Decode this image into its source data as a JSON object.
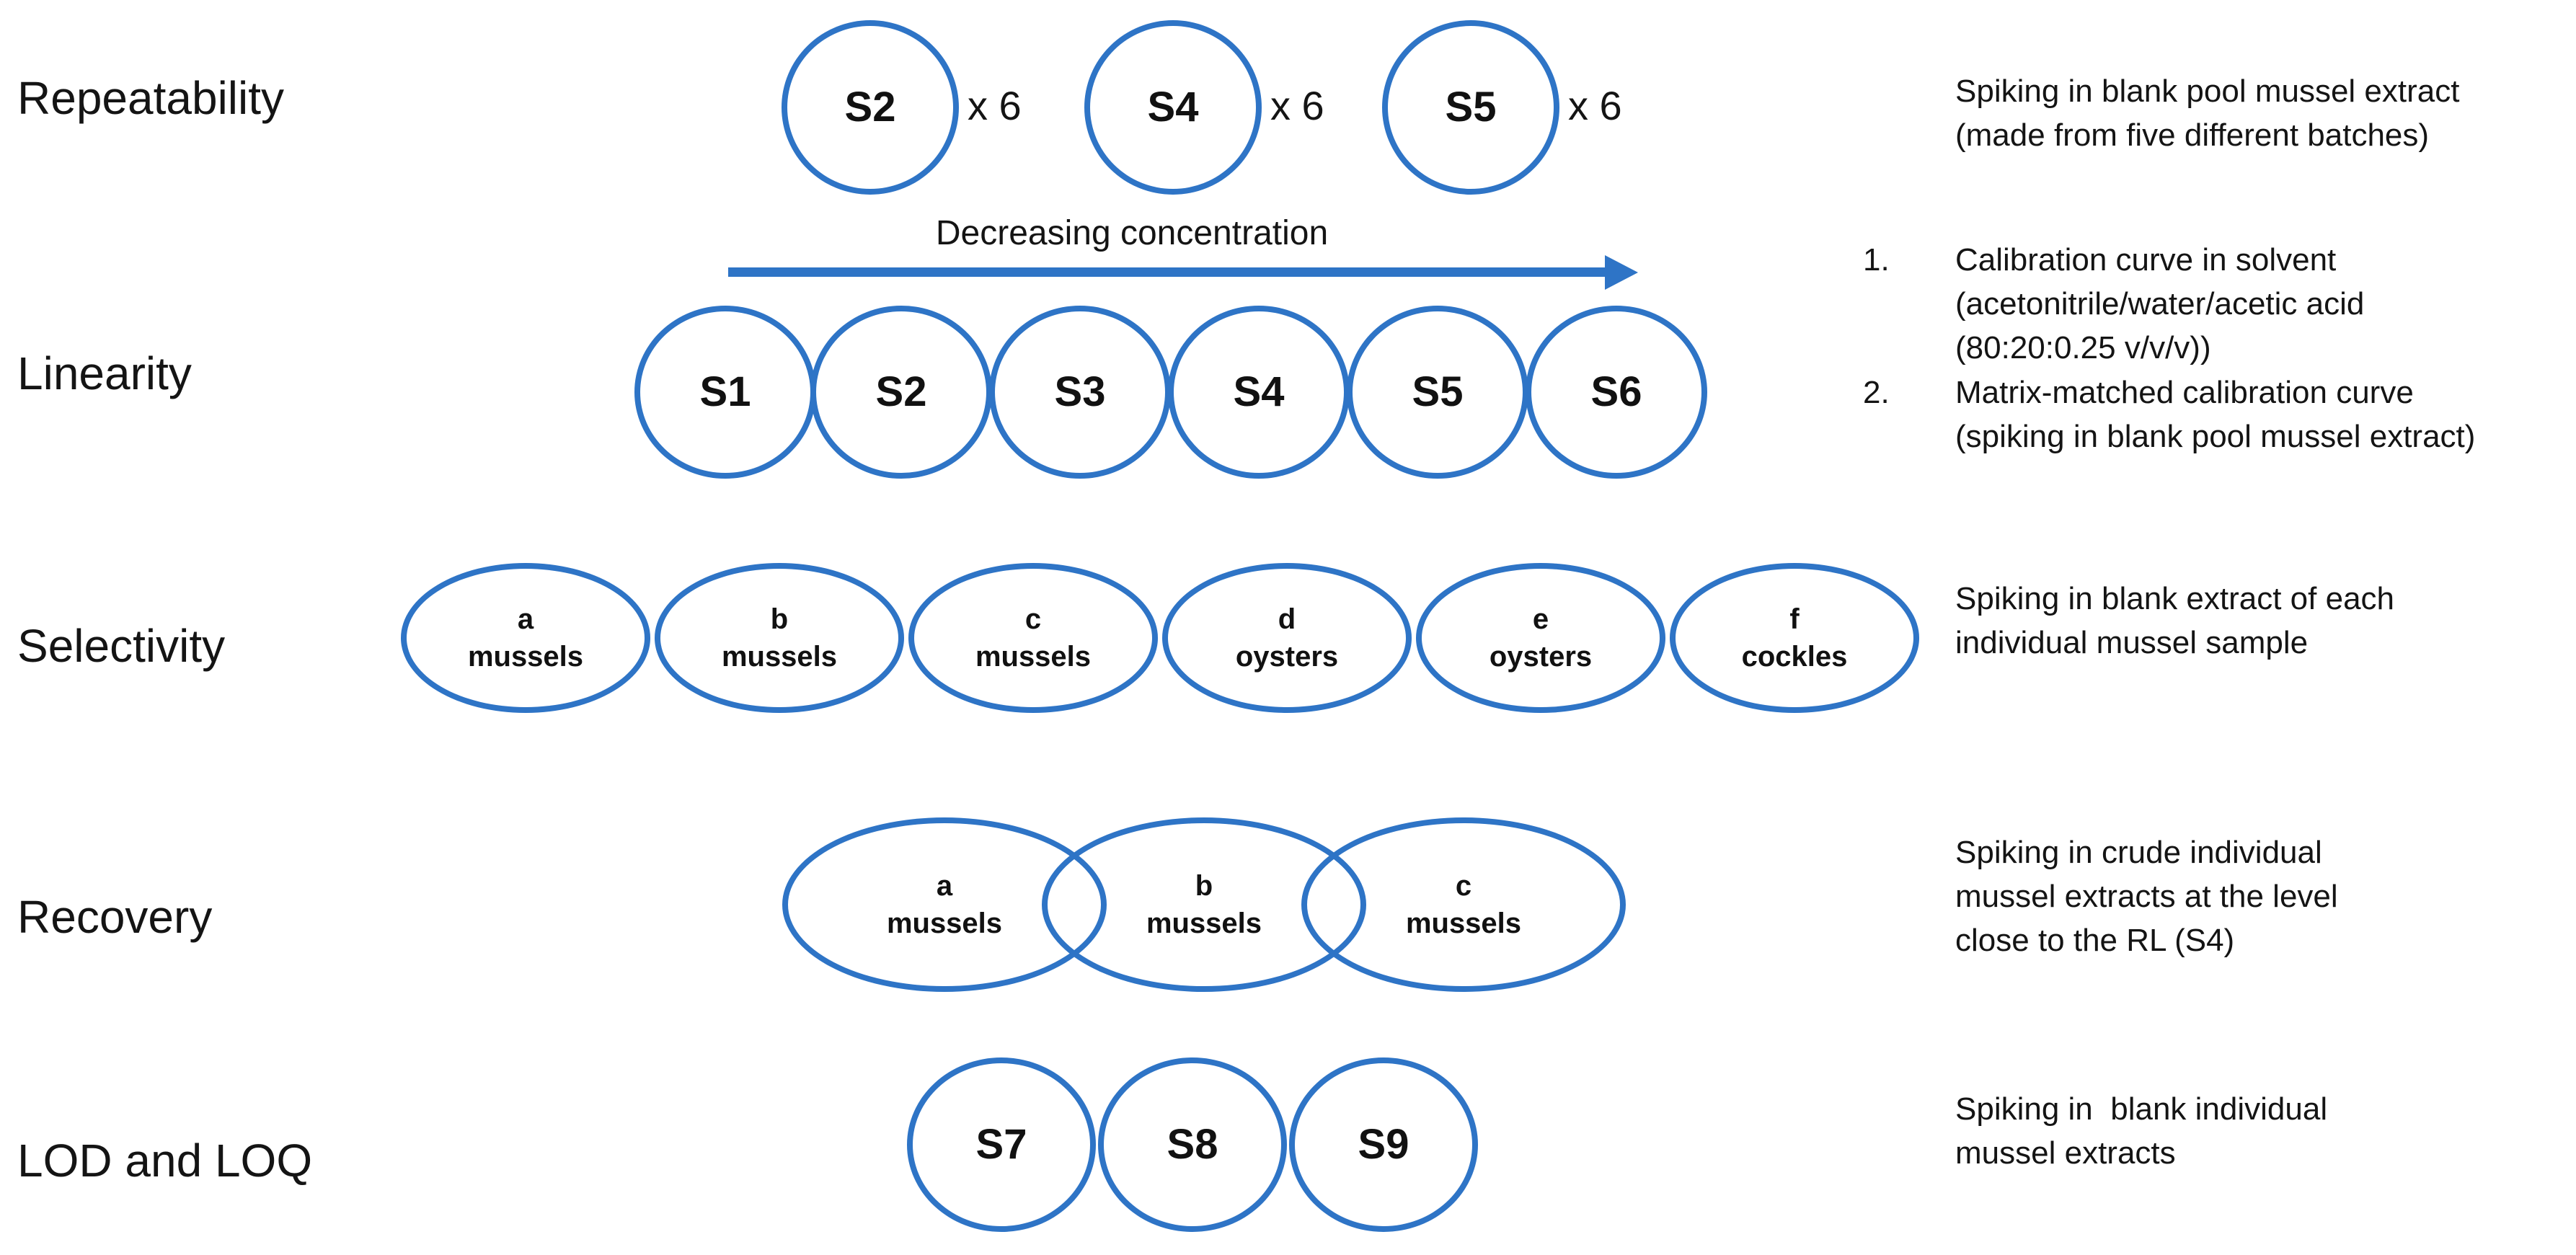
{
  "colors": {
    "accent_blue": "#2E74C6",
    "text_black": "#141414",
    "background": "#FFFFFF"
  },
  "rows": {
    "repeatability": {
      "label": "Repeatability",
      "samples": [
        {
          "name": "S2",
          "repeat": "x 6"
        },
        {
          "name": "S4",
          "repeat": "x 6"
        },
        {
          "name": "S5",
          "repeat": "x 6"
        }
      ],
      "note_lines": [
        "Spiking in blank pool mussel extract",
        "(made from five different batches)"
      ]
    },
    "linearity": {
      "label": "Linearity",
      "arrow_caption": "Decreasing concentration",
      "samples": [
        {
          "name": "S1"
        },
        {
          "name": "S2"
        },
        {
          "name": "S3"
        },
        {
          "name": "S4"
        },
        {
          "name": "S5"
        },
        {
          "name": "S6"
        }
      ],
      "notes": [
        {
          "number": "1.",
          "lines": [
            "Calibration curve in solvent",
            "(acetonitrile/water/acetic acid",
            "(80:20:0.25 v/v/v))"
          ]
        },
        {
          "number": "2.",
          "lines": [
            "Matrix-matched calibration curve",
            "(spiking in blank pool mussel extract)"
          ]
        }
      ]
    },
    "selectivity": {
      "label": "Selectivity",
      "samples": [
        {
          "letter": "a",
          "matrix": "mussels"
        },
        {
          "letter": "b",
          "matrix": "mussels"
        },
        {
          "letter": "c",
          "matrix": "mussels"
        },
        {
          "letter": "d",
          "matrix": "oysters"
        },
        {
          "letter": "e",
          "matrix": "oysters"
        },
        {
          "letter": "f",
          "matrix": "cockles"
        }
      ],
      "note_lines": [
        "Spiking in blank extract of each",
        "individual mussel sample"
      ]
    },
    "recovery": {
      "label": "Recovery",
      "samples": [
        {
          "letter": "a",
          "matrix": "mussels"
        },
        {
          "letter": "b",
          "matrix": "mussels"
        },
        {
          "letter": "c",
          "matrix": "mussels"
        }
      ],
      "note_lines": [
        "Spiking in crude individual",
        "mussel extracts at the level",
        "close to the RL (S4)"
      ]
    },
    "lod_loq": {
      "label": "LOD and LOQ",
      "samples": [
        {
          "name": "S7"
        },
        {
          "name": "S8"
        },
        {
          "name": "S9"
        }
      ],
      "note_lines": [
        "Spiking in  blank individual",
        "mussel extracts"
      ]
    }
  }
}
